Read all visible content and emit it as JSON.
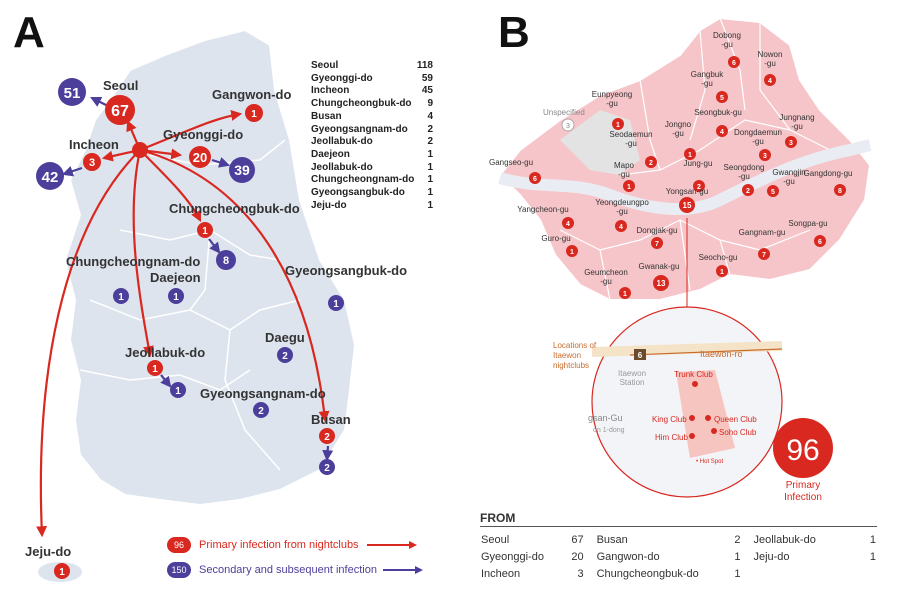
{
  "panels": {
    "a": "A",
    "b": "B"
  },
  "panel_a": {
    "regions": [
      {
        "name": "Seoul",
        "primary": "67",
        "secondary": "51"
      },
      {
        "name": "Incheon",
        "primary": "3",
        "secondary": "42"
      },
      {
        "name": "Gyeonggi-do",
        "primary": "20",
        "secondary": "39"
      },
      {
        "name": "Gangwon-do",
        "primary": "1"
      },
      {
        "name": "Chungcheongbuk-do",
        "primary": "1",
        "secondary": "8"
      },
      {
        "name": "Chungcheongnam-do",
        "secondary": "1"
      },
      {
        "name": "Daejeon",
        "secondary": "1"
      },
      {
        "name": "Gyeongsangbuk-do",
        "secondary": "1"
      },
      {
        "name": "Jeollabuk-do",
        "primary": "1",
        "secondary": "1"
      },
      {
        "name": "Daegu",
        "secondary": "2"
      },
      {
        "name": "Gyeongsangnam-do",
        "secondary": "2"
      },
      {
        "name": "Busan",
        "primary": "2",
        "secondary": "2"
      },
      {
        "name": "Jeju-do",
        "primary": "1"
      }
    ],
    "totals": [
      {
        "region": "Seoul",
        "count": "118"
      },
      {
        "region": "Gyeonggi-do",
        "count": "59"
      },
      {
        "region": "Incheon",
        "count": "45"
      },
      {
        "region": "Chungcheongbuk-do",
        "count": "9"
      },
      {
        "region": "Busan",
        "count": "4"
      },
      {
        "region": "Gyeongsangnam-do",
        "count": "2"
      },
      {
        "region": "Jeollabuk-do",
        "count": "2"
      },
      {
        "region": "Daejeon",
        "count": "1"
      },
      {
        "region": "Jeollabuk-do",
        "count": "1"
      },
      {
        "region": "Chungcheongnam-do",
        "count": "1"
      },
      {
        "region": "Gyeongsangbuk-do",
        "count": "1"
      },
      {
        "region": "Jeju-do",
        "count": "1"
      }
    ],
    "legend": [
      {
        "badge": "96",
        "text": "Primary infection from nightclubs",
        "color": "#d9281f"
      },
      {
        "badge": "150",
        "text": "Secondary and subsequent infection",
        "color": "#4b3f9b"
      }
    ]
  },
  "panel_b": {
    "unspecified": {
      "label": "Unspecified",
      "count": "3"
    },
    "districts": [
      {
        "name": "Dobong\n-gu",
        "count": "6"
      },
      {
        "name": "Nowon\n-gu",
        "count": "4"
      },
      {
        "name": "Gangbuk\n-gu",
        "count": "5"
      },
      {
        "name": "Eunpyeong\n-gu",
        "count": "1"
      },
      {
        "name": "Seongbuk-gu",
        "count": "4"
      },
      {
        "name": "Jungnang\n-gu",
        "count": "3"
      },
      {
        "name": "Jongno\n-gu",
        "count": "1"
      },
      {
        "name": "Seodaemun\n-gu",
        "count": "2"
      },
      {
        "name": "Dongdaemun\n-gu",
        "count": "3"
      },
      {
        "name": "Mapo\n-gu",
        "count": "1"
      },
      {
        "name": "Jung-gu",
        "count": "2"
      },
      {
        "name": "Seongdong\n-gu",
        "count": "2"
      },
      {
        "name": "Gwangjin\n-gu",
        "count": "5"
      },
      {
        "name": "Gangseo-gu",
        "count": "6"
      },
      {
        "name": "Gangdong-gu",
        "count": "8"
      },
      {
        "name": "Yongsan-gu",
        "count": "15"
      },
      {
        "name": "Yeongdeungpo\n-gu",
        "count": "4"
      },
      {
        "name": "Yangcheon-gu",
        "count": "4"
      },
      {
        "name": "Songpa-gu",
        "count": "6"
      },
      {
        "name": "Dongjak-gu",
        "count": "7"
      },
      {
        "name": "Guro-gu",
        "count": "1"
      },
      {
        "name": "Gangnam-gu",
        "count": "7"
      },
      {
        "name": "Seocho-gu",
        "count": "1"
      },
      {
        "name": "Geumcheon\n-gu",
        "count": "1"
      },
      {
        "name": "Gwanak-gu",
        "count": "13"
      }
    ],
    "inset": {
      "caption": "Locations of\nItaewon\nnightclubs",
      "road": "Itaewon-ro",
      "station_number": "6",
      "station": "Itaewon\nStation",
      "area": "gsan-Gu",
      "area_sub": "on 1-dong",
      "clubs": [
        "Trunk Club",
        "King Club",
        "Queen Club",
        "Soho Club",
        "Him Club"
      ],
      "hot_spot": "• Hot Spot"
    },
    "primary_total": "96",
    "primary_label": "Primary\nInfection",
    "from_title": "FROM",
    "from": [
      [
        {
          "region": "Seoul",
          "count": "67"
        },
        {
          "region": "Busan",
          "count": "2"
        },
        {
          "region": "Jeollabuk-do",
          "count": "1"
        }
      ],
      [
        {
          "region": "Gyeonggi-do",
          "count": "20"
        },
        {
          "region": "Gangwon-do",
          "count": "1"
        },
        {
          "region": "Jeju-do",
          "count": "1"
        }
      ],
      [
        {
          "region": "Incheon",
          "count": "3"
        },
        {
          "region": "Chungcheongbuk-do",
          "count": "1"
        },
        {
          "region": "",
          "count": ""
        }
      ]
    ]
  },
  "colors": {
    "primary": "#d9281f",
    "secondary": "#4b3f9b",
    "land": "#dde4ee",
    "seoul": "#f6c5c9",
    "river": "#e9ecf2"
  }
}
